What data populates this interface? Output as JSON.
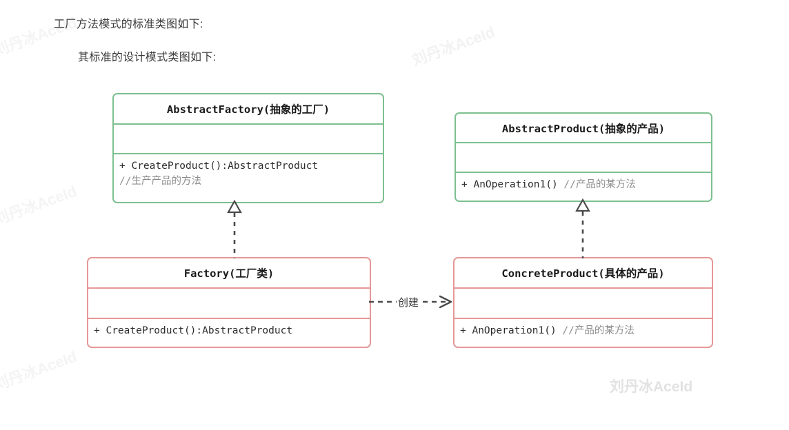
{
  "page": {
    "title": "工厂方法模式的标准类图",
    "background": "#ffffff"
  },
  "prose": {
    "line1": "工厂方法模式的标准类图如下:",
    "line2": "其标准的设计模式类图如下:"
  },
  "colors": {
    "abstract_border": "#7cc08f",
    "concrete_border": "#e79797",
    "text": "#1a1a1a",
    "comment": "#8d8d8d",
    "connector": "#4a4a4a",
    "watermark": "#e2e2e2"
  },
  "diagram": {
    "type": "uml-class-diagram",
    "classes": [
      {
        "id": "abstract-factory",
        "name": "AbstractFactory(抽象的工厂)",
        "stereotype": "abstract",
        "border_color": "#7cc08f",
        "attributes": [],
        "methods": [
          {
            "signature": "+ CreateProduct():AbstractProduct",
            "comment": "//生产产品的方法"
          }
        ]
      },
      {
        "id": "abstract-product",
        "name": "AbstractProduct(抽象的产品)",
        "stereotype": "abstract",
        "border_color": "#7cc08f",
        "attributes": [],
        "methods": [
          {
            "signature": "+ AnOperation1()",
            "comment": "//产品的某方法"
          }
        ]
      },
      {
        "id": "factory",
        "name": "Factory(工厂类)",
        "stereotype": "concrete",
        "border_color": "#e79797",
        "attributes": [],
        "methods": [
          {
            "signature": "+ CreateProduct():AbstractProduct",
            "comment": ""
          }
        ]
      },
      {
        "id": "concrete-product",
        "name": "ConcreteProduct(具体的产品)",
        "stereotype": "concrete",
        "border_color": "#e79797",
        "attributes": [],
        "methods": [
          {
            "signature": "+ AnOperation1()",
            "comment": "//产品的某方法"
          }
        ]
      }
    ],
    "relations": [
      {
        "id": "realization-factory",
        "from": "factory",
        "to": "abstract-factory",
        "kind": "realization",
        "line": "dashed",
        "arrowhead": "hollow-triangle",
        "label": ""
      },
      {
        "id": "realization-product",
        "from": "concrete-product",
        "to": "abstract-product",
        "kind": "realization",
        "line": "dashed",
        "arrowhead": "hollow-triangle",
        "label": ""
      },
      {
        "id": "dependency-creates",
        "from": "factory",
        "to": "concrete-product",
        "kind": "dependency",
        "line": "dashed",
        "arrowhead": "open",
        "label": "创建"
      }
    ]
  },
  "watermarks": {
    "text": "刘丹冰AceId",
    "instances": [
      {
        "id": "left-top",
        "style": "faint"
      },
      {
        "id": "left-mid",
        "style": "faint"
      },
      {
        "id": "left-bottom",
        "style": "faint"
      },
      {
        "id": "top-center",
        "style": "soft"
      },
      {
        "id": "bottom-right",
        "style": "strong"
      }
    ]
  }
}
